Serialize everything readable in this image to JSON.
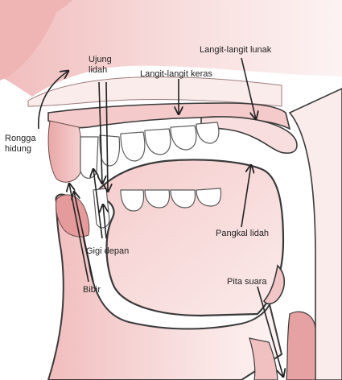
{
  "labels": {
    "rongga_hidung": [
      "Rongga",
      "hidung"
    ],
    "ujung_lidah": [
      "Ujung",
      "lidah"
    ],
    "langit_keras": "Langit-langit keras",
    "langit_lunak": "Langit-langit lunak",
    "pangkal_lidah": "Pangkal lidah",
    "gigi_depan": "Gigi depan",
    "bibir": "Bibir",
    "pita_suara": "Pita suara"
  },
  "colors": {
    "skin_light": "#fbe9e9",
    "skin_mid": "#f3c3c3",
    "skin_dark": "#e7a3a3",
    "outline": "#3a3a3a",
    "arrow": "#222222"
  }
}
